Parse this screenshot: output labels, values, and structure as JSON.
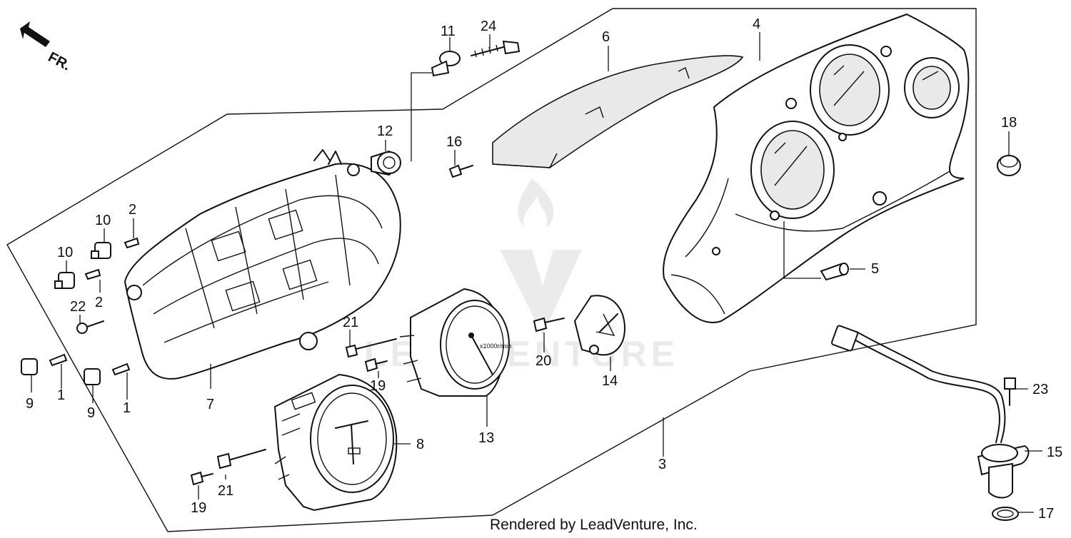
{
  "direction_label": "FR.",
  "watermark": "LEADVENTURE",
  "footer": "Rendered by LeadVenture, Inc.",
  "callouts": [
    {
      "id": "1",
      "label": "1"
    },
    {
      "id": "1b",
      "label": "1"
    },
    {
      "id": "2",
      "label": "2"
    },
    {
      "id": "2b",
      "label": "2"
    },
    {
      "id": "3",
      "label": "3"
    },
    {
      "id": "4",
      "label": "4"
    },
    {
      "id": "5",
      "label": "5"
    },
    {
      "id": "6",
      "label": "6"
    },
    {
      "id": "7",
      "label": "7"
    },
    {
      "id": "8",
      "label": "8"
    },
    {
      "id": "9",
      "label": "9"
    },
    {
      "id": "9b",
      "label": "9"
    },
    {
      "id": "10",
      "label": "10"
    },
    {
      "id": "10b",
      "label": "10"
    },
    {
      "id": "11",
      "label": "11"
    },
    {
      "id": "12",
      "label": "12"
    },
    {
      "id": "13",
      "label": "13"
    },
    {
      "id": "14",
      "label": "14"
    },
    {
      "id": "15",
      "label": "15"
    },
    {
      "id": "16",
      "label": "16"
    },
    {
      "id": "17",
      "label": "17"
    },
    {
      "id": "18",
      "label": "18"
    },
    {
      "id": "19",
      "label": "19"
    },
    {
      "id": "19b",
      "label": "19"
    },
    {
      "id": "20",
      "label": "20"
    },
    {
      "id": "21",
      "label": "21"
    },
    {
      "id": "21b",
      "label": "21"
    },
    {
      "id": "22",
      "label": "22"
    },
    {
      "id": "23",
      "label": "23"
    },
    {
      "id": "24",
      "label": "24"
    }
  ]
}
